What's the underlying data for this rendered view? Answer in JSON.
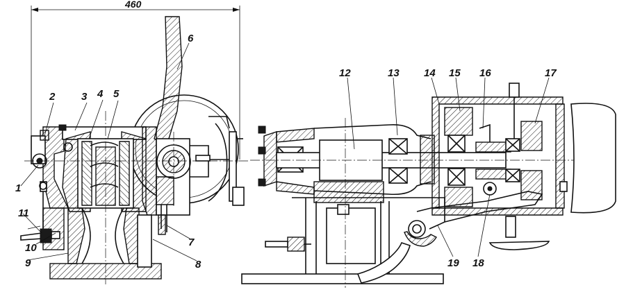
{
  "dimension": {
    "value": "460"
  },
  "callouts": [
    {
      "id": "1",
      "text": "1"
    },
    {
      "id": "2",
      "text": "2"
    },
    {
      "id": "3",
      "text": "3"
    },
    {
      "id": "4",
      "text": "4"
    },
    {
      "id": "5",
      "text": "5"
    },
    {
      "id": "6",
      "text": "6"
    },
    {
      "id": "7",
      "text": "7"
    },
    {
      "id": "8",
      "text": "8"
    },
    {
      "id": "9",
      "text": "9"
    },
    {
      "id": "10",
      "text": "10"
    },
    {
      "id": "11",
      "text": "11"
    },
    {
      "id": "12",
      "text": "12"
    },
    {
      "id": "13",
      "text": "13"
    },
    {
      "id": "14",
      "text": "14"
    },
    {
      "id": "15",
      "text": "15"
    },
    {
      "id": "16",
      "text": "16"
    },
    {
      "id": "17",
      "text": "17"
    },
    {
      "id": "18",
      "text": "18"
    },
    {
      "id": "19",
      "text": "19"
    }
  ],
  "colors": {
    "ink": "#111111",
    "paper": "#ffffff"
  }
}
